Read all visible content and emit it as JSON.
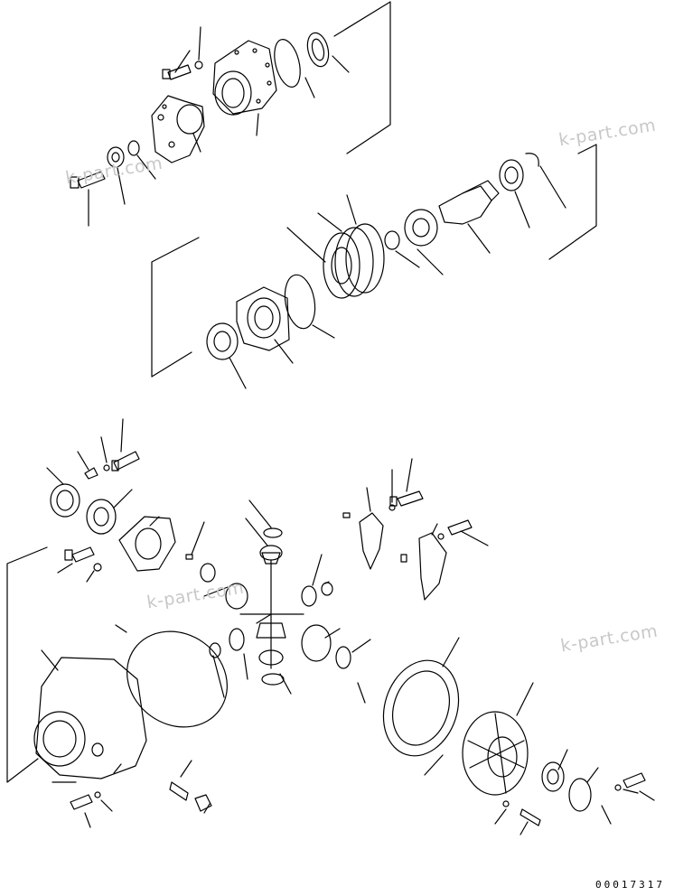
{
  "watermarks": [
    "k-part.com",
    "k-part.com",
    "k-part.com",
    "k-part.com"
  ],
  "document_number": "00017317",
  "colors": {
    "ink": "#000000",
    "watermark": "#c8c8c8",
    "background": "#ffffff"
  }
}
